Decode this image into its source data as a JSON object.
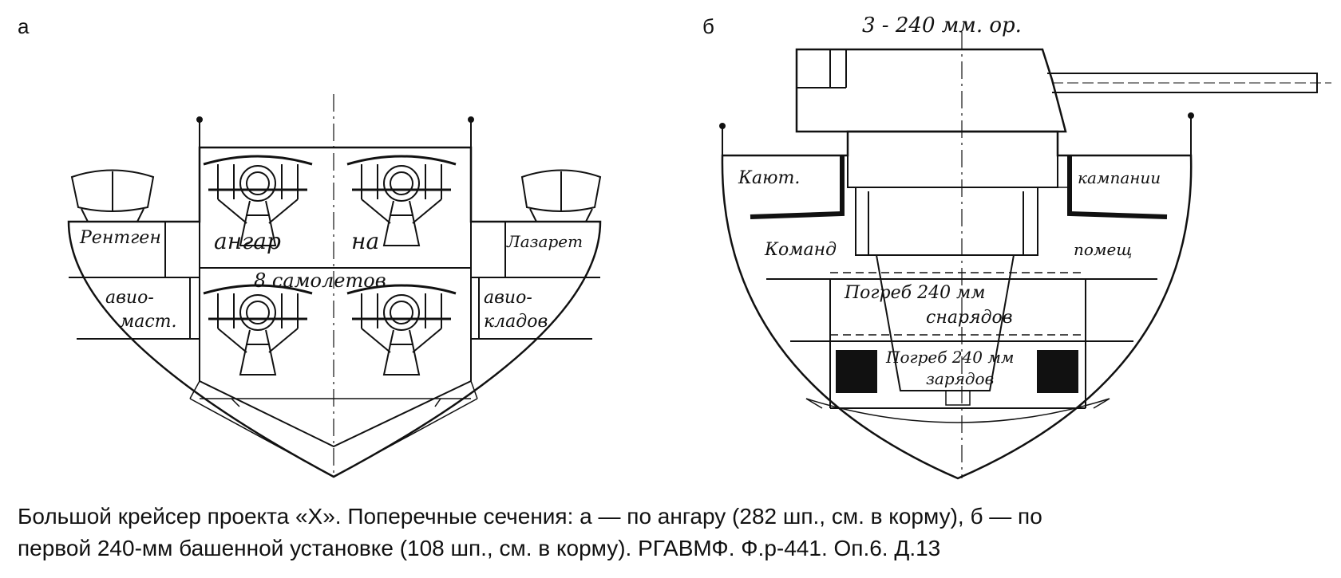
{
  "panel_a": {
    "letter": "а",
    "labels": {
      "rentgen": "Рентген",
      "lazaret": "Лазарет",
      "hangar_1": "ангар",
      "hangar_2": "на",
      "planes": "8 самолетов",
      "avio_l1": "авио-",
      "avio_l2": "маст.",
      "avio_r1": "авио-",
      "avio_r2": "кладов"
    }
  },
  "panel_b": {
    "letter": "б",
    "labels": {
      "turret": "3 - 240 мм. ор.",
      "kayut": "Кают.",
      "kompanii": "кампании",
      "komand": "Команд",
      "pomeshch": "помещ",
      "shell_1": "Погреб 240 мм",
      "shell_2": "снарядов",
      "charge_1": "Погреб 240 мм",
      "charge_2": "зарядов"
    }
  },
  "caption": {
    "line1": "Большой крейсер проекта «X». Поперечные сечения: а — по ангару (282 шп., см. в корму), б — по",
    "line2": "первой 240-мм башенной установке (108 шп., см. в корму). РГАВМФ. Ф.р-441. Оп.6. Д.13"
  }
}
